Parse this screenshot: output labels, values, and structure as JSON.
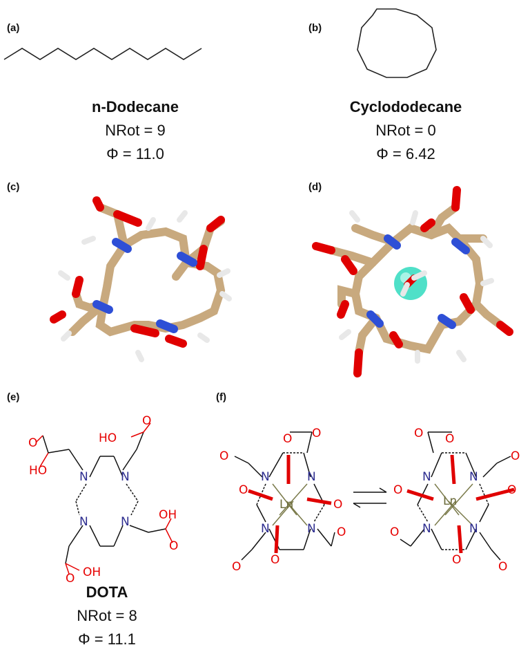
{
  "panels": {
    "a": {
      "label": "(a)"
    },
    "b": {
      "label": "(b)"
    },
    "c": {
      "label": "(c)"
    },
    "d": {
      "label": "(d)"
    },
    "e": {
      "label": "(e)"
    },
    "f": {
      "label": "(f)"
    }
  },
  "compounds": {
    "a": {
      "name": "n-Dodecane",
      "nrot": "NRot = 9",
      "phi": "Φ = 11.0"
    },
    "b": {
      "name": "Cyclododecane",
      "nrot": "NRot = 0",
      "phi": "Φ = 6.42"
    },
    "e": {
      "name": "DOTA",
      "nrot": "NRot = 8",
      "phi": "Φ = 11.1"
    }
  },
  "atoms": {
    "n": "N",
    "ln": "Ln",
    "o": "O",
    "ho": "HO",
    "oh": "OH"
  },
  "colors": {
    "carbon_stick": "#c8a97e",
    "nitrogen": "#2e4fd6",
    "oxygen": "#e00000",
    "hydrogen": "#f2f2f2",
    "metal_sphere": "#4fe0c8",
    "bond": "#111111"
  }
}
